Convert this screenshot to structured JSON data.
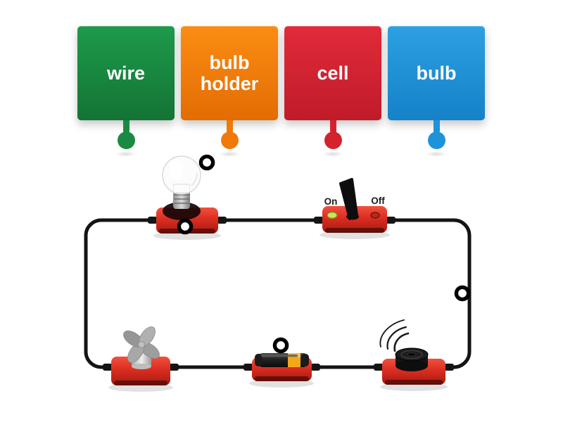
{
  "tiles": [
    {
      "label": "wire",
      "color": "#18813e"
    },
    {
      "label": "bulb holder",
      "color": "#ef7507"
    },
    {
      "label": "cell",
      "color": "#d5222f"
    },
    {
      "label": "bulb",
      "color": "#1e93d8"
    }
  ],
  "switch_labels": {
    "on": "On",
    "off": "Off"
  },
  "diagram": {
    "wire_color": "#141414",
    "component_block_color": "#d92f22",
    "components": [
      "bulb",
      "bulb-holder",
      "toggle-switch",
      "fan-motor",
      "cell-battery",
      "buzzer",
      "wire-loop"
    ],
    "answer_points": [
      {
        "id": "point-on-bulb"
      },
      {
        "id": "point-on-bulb-holder"
      },
      {
        "id": "point-above-cell"
      },
      {
        "id": "point-on-wire"
      }
    ]
  }
}
